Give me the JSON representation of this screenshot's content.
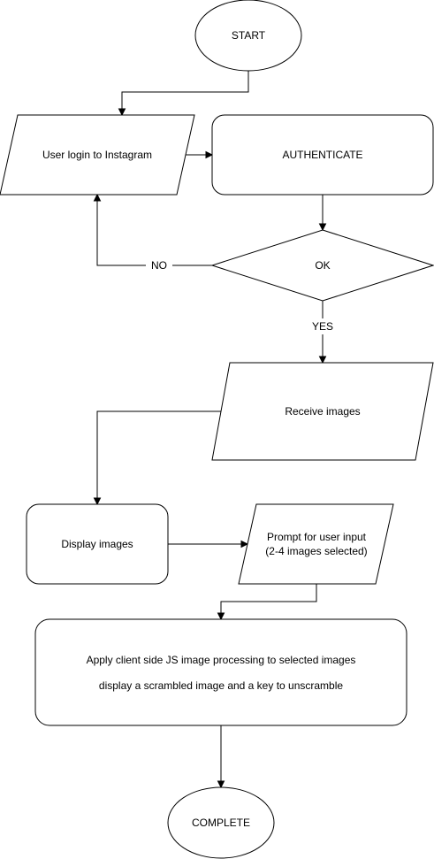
{
  "nodes": {
    "start": "START",
    "login": "User login to Instagram",
    "authenticate": "AUTHENTICATE",
    "ok": "OK",
    "receive": "Receive images",
    "display": "Display images",
    "prompt_line1": "Prompt for user input",
    "prompt_line2": "(2-4 images selected)",
    "process_line1": "Apply client side JS image processing to selected images",
    "process_line2": "display a scrambled image and a key to unscramble",
    "complete": "COMPLETE"
  },
  "edges": {
    "no_label": "NO",
    "yes_label": "YES"
  }
}
